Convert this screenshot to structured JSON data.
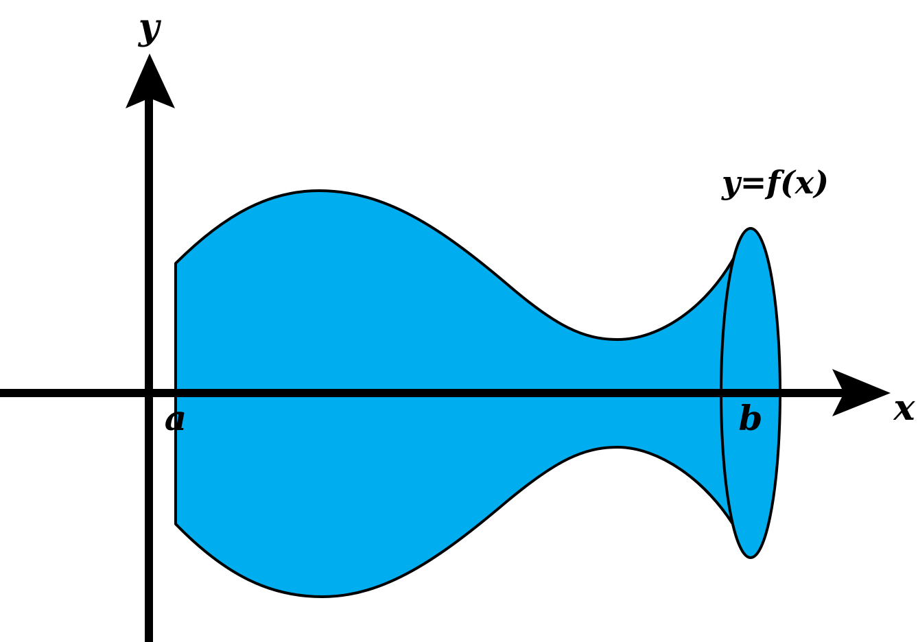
{
  "diagram": {
    "labels": {
      "y_axis": "y",
      "x_axis": "x",
      "a": "a",
      "b": "b",
      "function": "y=f(x)"
    },
    "colors": {
      "solid_fill": "#00AEEF",
      "stroke": "#000000",
      "background": "#FFFFFF"
    }
  }
}
